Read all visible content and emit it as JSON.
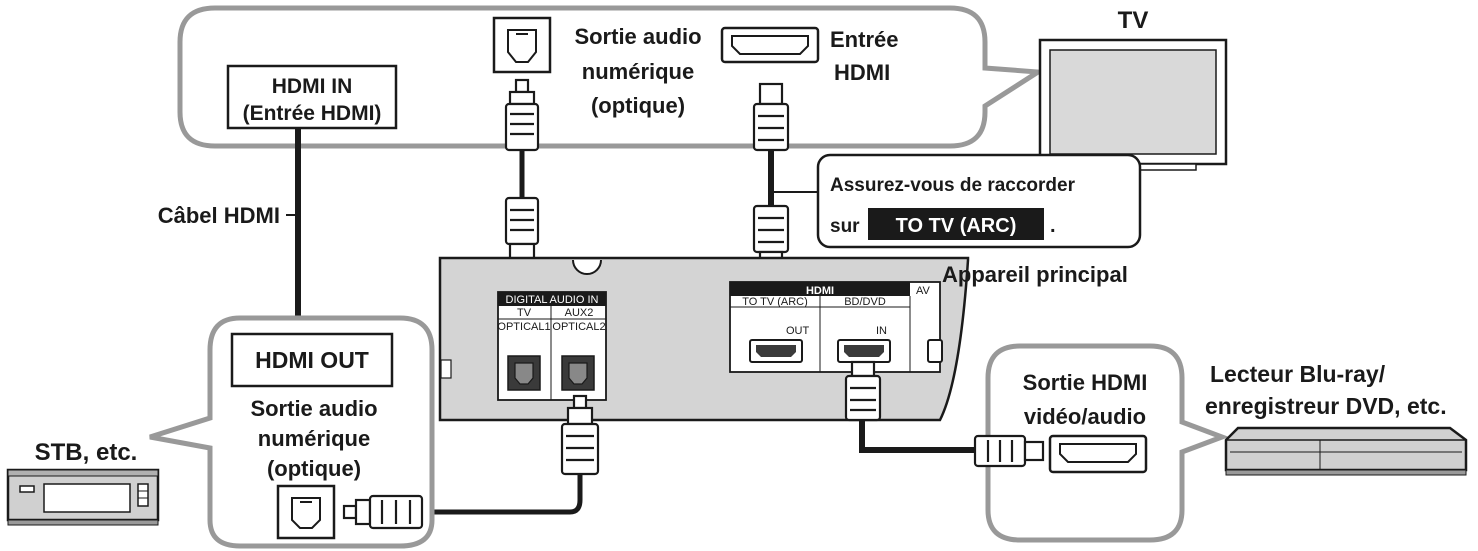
{
  "tv": {
    "label": "TV",
    "hdmi_in_label_line1": "HDMI IN",
    "hdmi_in_label_line2": "(Entrée HDMI)",
    "optical_out_line1": "Sortie audio",
    "optical_out_line2": "numérique",
    "optical_out_line3": "(optique)",
    "hdmi_input_line1": "Entrée",
    "hdmi_input_line2": "HDMI"
  },
  "cable": {
    "hdmi_cable_label": "Câbel HDMI"
  },
  "note": {
    "line1": "Assurez-vous de raccorder",
    "prefix": "sur",
    "highlight": "TO TV (ARC)",
    "suffix": "."
  },
  "main_unit": {
    "label": "Appareil principal",
    "digital_audio_in": "DIGITAL  AUDIO IN",
    "tv": "TV",
    "aux2": "AUX2",
    "optical1": "OPTICAL1",
    "optical2": "OPTICAL2",
    "hdmi_logo": "HDMI",
    "av": "AV",
    "to_tv_arc": "TO TV (ARC)",
    "bd_dvd": "BD/DVD",
    "out": "OUT",
    "in": "IN"
  },
  "stb": {
    "label": "STB, etc.",
    "hdmi_out": "HDMI OUT",
    "optical_line1": "Sortie audio",
    "optical_line2": "numérique",
    "optical_line3": "(optique)"
  },
  "player": {
    "label_line1": "Lecteur Blu-ray/",
    "label_line2": "enregistreur DVD, etc.",
    "hdmi_out_line1": "Sortie HDMI",
    "hdmi_out_line2": "vidéo/audio"
  },
  "colors": {
    "bubble_border": "#999999",
    "note_highlight_bg": "#1a1a1a",
    "device_gray": "#c8c8c8"
  }
}
